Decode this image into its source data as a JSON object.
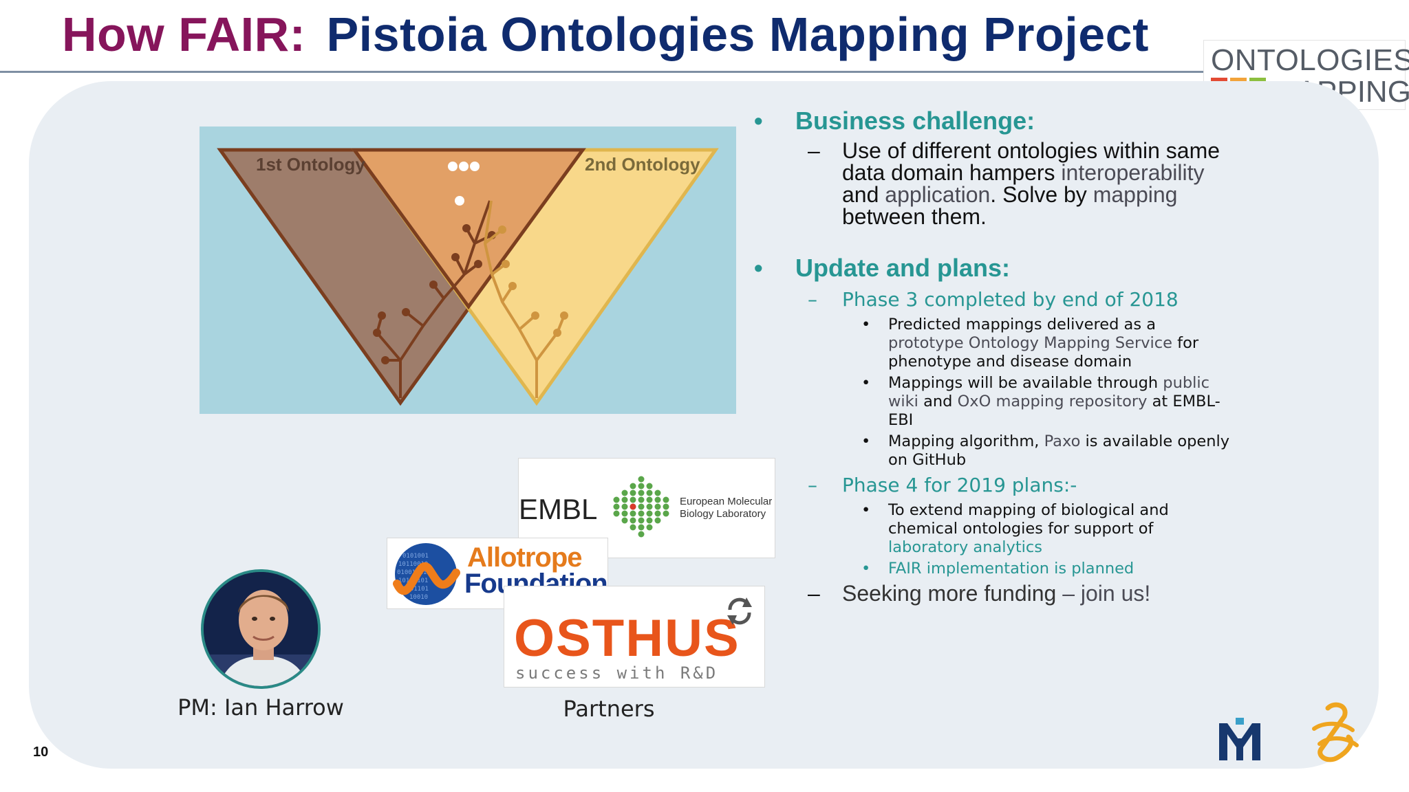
{
  "title": {
    "part1": "How FAIR:",
    "part2": "Pistoia Ontologies Mapping Project"
  },
  "corner_logo": {
    "line1": "ONTOLOGIES",
    "line2": "MAPPING",
    "bar_colors": [
      "#e34a33",
      "#f2a33a",
      "#8cbf3f"
    ]
  },
  "diagram": {
    "label1": "1st Ontology",
    "label2": "2nd Ontology",
    "colors": {
      "background": "#a9d4df",
      "left": "#9e7d6b",
      "right": "#f8d88a",
      "overlap": "#e2a066",
      "outline": "#7b3e1f"
    }
  },
  "bullets": {
    "business_heading": "Business challenge:",
    "business_text": {
      "a": "Use of different ontologies within same data domain hampers",
      "b": "interoperability",
      "c": "and",
      "d": "application",
      "e": ". Solve by",
      "f": "mapping",
      "g": "between them."
    },
    "update_heading": "Update and plans:",
    "phase3": "Phase 3 completed by end of 2018",
    "p3_items": {
      "i1a": "Predicted mappings delivered as a",
      "i1b": "prototype Ontology Mapping Service",
      "i1c": "for phenotype and disease domain",
      "i2a": "Mappings will be available through",
      "i2b": "public wiki",
      "i2c": "and",
      "i2d": "OxO mapping repository",
      "i2e": "at EMBL-EBI",
      "i3a": "Mapping algorithm,",
      "i3b": "Paxo",
      "i3c": "is available openly on GitHub"
    },
    "phase4": "Phase 4 for 2019 plans:-",
    "p4_items": {
      "i1a": "To extend mapping of biological and chemical ontologies for support of",
      "i1b": "laboratory analytics",
      "i2": "FAIR implementation is planned"
    },
    "funding_a": "Seeking more funding",
    "funding_b": "– join us!"
  },
  "partners": {
    "embl": {
      "name": "EMBL",
      "sub1": "European Molecular",
      "sub2": "Biology Laboratory"
    },
    "allotrope": {
      "line1": "Allotrope",
      "line2": "Foundation"
    },
    "osthus": {
      "name": "OSTHUS",
      "tagline": "success with R&D"
    },
    "label": "Partners"
  },
  "pm_label": "PM: Ian Harrow",
  "page_number": "10",
  "colors": {
    "title_magenta": "#86155b",
    "title_navy": "#0f2b6e",
    "teal": "#279693",
    "panel": "#e9eef3"
  }
}
